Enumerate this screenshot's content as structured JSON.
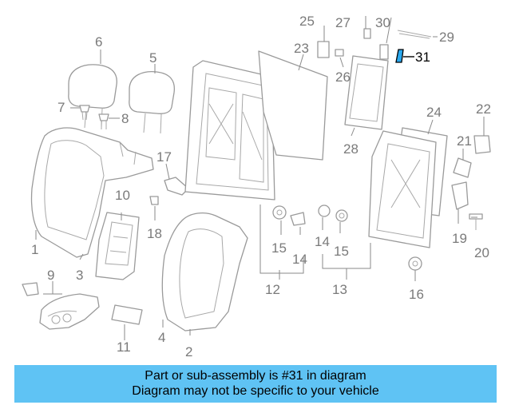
{
  "callouts": {
    "c1": "1",
    "c2": "2",
    "c3": "3",
    "c4": "4",
    "c5": "5",
    "c6": "6",
    "c7": "7",
    "c8": "8",
    "c9": "9",
    "c10": "10",
    "c11": "11",
    "c12": "12",
    "c13": "13",
    "c14a": "14",
    "c14b": "14",
    "c15a": "15",
    "c15b": "15",
    "c16": "16",
    "c17": "17",
    "c18": "18",
    "c19": "19",
    "c20": "20",
    "c21": "21",
    "c22": "22",
    "c23": "23",
    "c24": "24",
    "c25": "25",
    "c26": "26",
    "c27": "27",
    "c28": "28",
    "c29": "29",
    "c30": "30",
    "c31": "31"
  },
  "highlight": {
    "part_number": "31",
    "color": "#2aa9ef"
  },
  "banner": {
    "line1": "Part or sub-assembly is #31 in diagram",
    "line2": "Diagram may not be specific to your vehicle",
    "color": "#5fc3f4"
  }
}
